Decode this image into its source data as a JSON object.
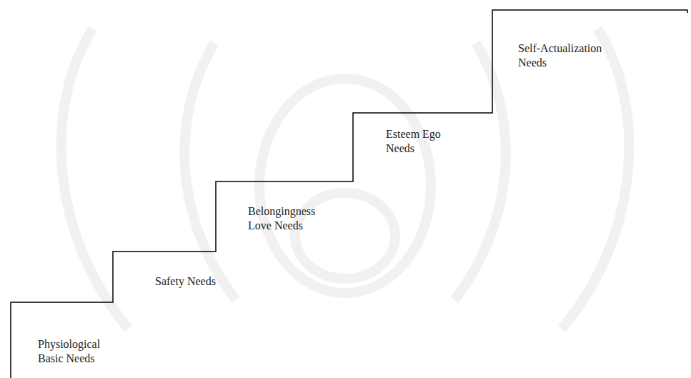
{
  "diagram": {
    "labels": [
      "Physiological Basic Needs",
      "Safety Needs",
      "Belongingness Love Needs",
      "Esteem Ego Needs",
      "Self-Actualization Needs"
    ]
  }
}
